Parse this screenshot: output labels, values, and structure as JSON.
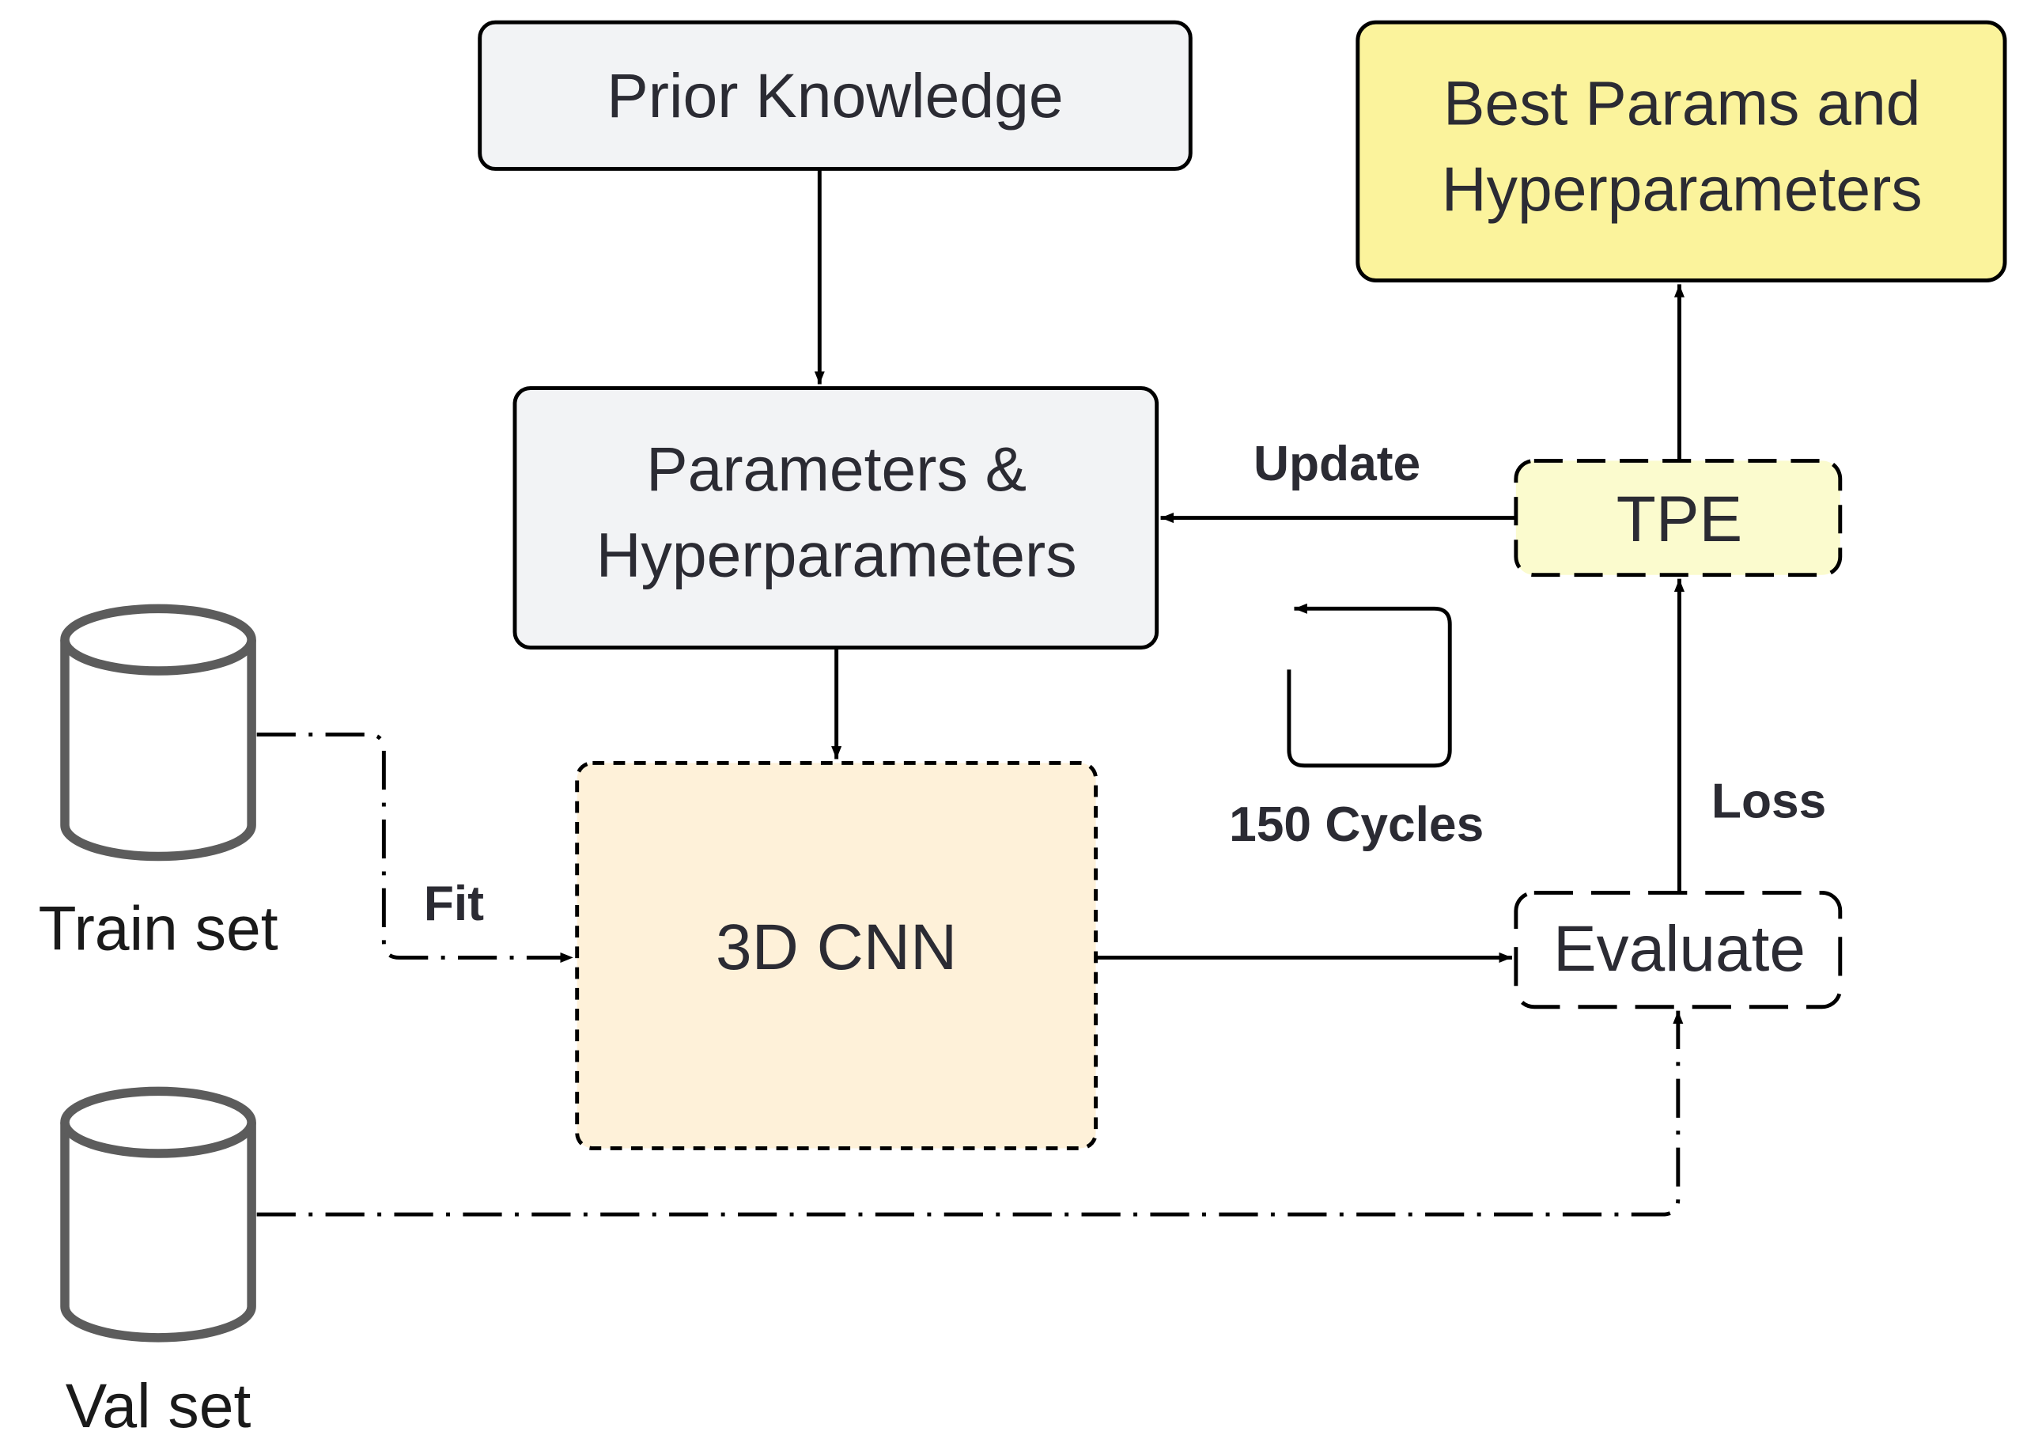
{
  "nodes": {
    "prior_knowledge": "Prior Knowledge",
    "best_params": [
      "Best Params and",
      "Hyperparameters"
    ],
    "parameters": [
      "Parameters &",
      "Hyperparameters"
    ],
    "tpe": "TPE",
    "cnn": "3D CNN",
    "evaluate": "Evaluate"
  },
  "datasets": {
    "train": "Train set",
    "val": "Val set"
  },
  "edge_labels": {
    "update": "Update",
    "fit": "Fit",
    "loss": "Loss",
    "cycles": "150 Cycles"
  },
  "colors": {
    "stroke": "#000000",
    "box_gray": "#f2f3f5",
    "best_yellow": "#fbf39c",
    "tpe_yellow": "#fbfbce",
    "cnn_beige": "#fef1d9",
    "cylinder": "#5c5c5c"
  },
  "icons": [
    "database-icon",
    "cycle-arrow-icon"
  ]
}
